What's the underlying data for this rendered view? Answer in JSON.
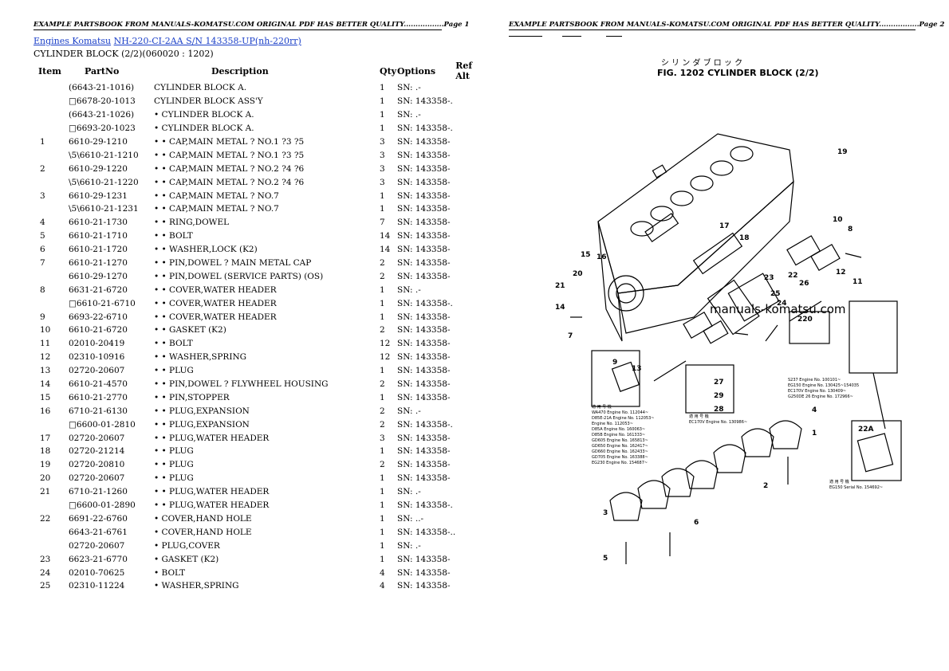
{
  "header": {
    "left": "EXAMPLE PARTSBOOK FROM MANUALS-KOMATSU.COM ORIGINAL PDF HAS BETTER QUALITY.................Page 1",
    "right": "EXAMPLE PARTSBOOK FROM MANUALS-KOMATSU.COM ORIGINAL PDF HAS BETTER QUALITY.................Page 2"
  },
  "breadcrumb": {
    "link1": "Engines Komatsu",
    "link2": "NH-220-CI-2AA S/N 143358-UP(nh-220rr)"
  },
  "subtitle": "CYLINDER BLOCK (2/2)(060020 : 1202)",
  "columns": [
    "Item",
    "PartNo",
    "Description",
    "Qty",
    "Options",
    "Ref Alt"
  ],
  "rows": [
    {
      "item": "",
      "part": "(6643-21-1016)",
      "desc": "CYLINDER BLOCK A.",
      "qty": "1",
      "opt": "SN: .-"
    },
    {
      "item": "",
      "part": "□6678-20-1013",
      "desc": "CYLINDER BLOCK ASS'Y",
      "qty": "1",
      "opt": "SN: 143358-."
    },
    {
      "item": "",
      "part": "(6643-21-1026)",
      "desc": "• CYLINDER BLOCK A.",
      "qty": "1",
      "opt": "SN: .-"
    },
    {
      "item": "",
      "part": "□6693-20-1023",
      "desc": "• CYLINDER BLOCK A.",
      "qty": "1",
      "opt": "SN: 143358-."
    },
    {
      "item": "1",
      "part": "6610-29-1210",
      "desc": "• • CAP,MAIN METAL ? NO.1 ?3 ?5",
      "qty": "3",
      "opt": "SN: 143358-"
    },
    {
      "item": "",
      "part": "\\5\\6610-21-1210",
      "desc": "• • CAP,MAIN METAL ? NO.1 ?3 ?5",
      "qty": "3",
      "opt": "SN: 143358-"
    },
    {
      "item": "2",
      "part": "6610-29-1220",
      "desc": "• • CAP,MAIN METAL ? NO.2 ?4 ?6",
      "qty": "3",
      "opt": "SN: 143358-"
    },
    {
      "item": "",
      "part": "\\5\\6610-21-1220",
      "desc": "• • CAP,MAIN METAL ? NO.2 ?4 ?6",
      "qty": "3",
      "opt": "SN: 143358-"
    },
    {
      "item": "3",
      "part": "6610-29-1231",
      "desc": "• • CAP,MAIN METAL ? NO.7",
      "qty": "1",
      "opt": "SN: 143358-"
    },
    {
      "item": "",
      "part": "\\5\\6610-21-1231",
      "desc": "• • CAP,MAIN METAL ? NO.7",
      "qty": "1",
      "opt": "SN: 143358-"
    },
    {
      "item": "4",
      "part": "6610-21-1730",
      "desc": "• • RING,DOWEL",
      "qty": "7",
      "opt": "SN: 143358-"
    },
    {
      "item": "5",
      "part": "6610-21-1710",
      "desc": "• • BOLT",
      "qty": "14",
      "opt": "SN: 143358-"
    },
    {
      "item": "6",
      "part": "6610-21-1720",
      "desc": "• • WASHER,LOCK (K2)",
      "qty": "14",
      "opt": "SN: 143358-"
    },
    {
      "item": "7",
      "part": "6610-21-1270",
      "desc": "• • PIN,DOWEL ? MAIN METAL CAP",
      "qty": "2",
      "opt": "SN: 143358-"
    },
    {
      "item": "",
      "part": "6610-29-1270",
      "desc": "• • PIN,DOWEL (SERVICE PARTS) (OS)",
      "qty": "2",
      "opt": "SN: 143358-"
    },
    {
      "item": "8",
      "part": "6631-21-6720",
      "desc": "• • COVER,WATER HEADER",
      "qty": "1",
      "opt": "SN: .-"
    },
    {
      "item": "",
      "part": "□6610-21-6710",
      "desc": "• • COVER,WATER HEADER",
      "qty": "1",
      "opt": "SN: 143358-."
    },
    {
      "item": "9",
      "part": "6693-22-6710",
      "desc": "• • COVER,WATER HEADER",
      "qty": "1",
      "opt": "SN: 143358-"
    },
    {
      "item": "10",
      "part": "6610-21-6720",
      "desc": "• • GASKET (K2)",
      "qty": "2",
      "opt": "SN: 143358-"
    },
    {
      "item": "11",
      "part": "02010-20419",
      "desc": "• • BOLT",
      "qty": "12",
      "opt": "SN: 143358-"
    },
    {
      "item": "12",
      "part": "02310-10916",
      "desc": "• • WASHER,SPRING",
      "qty": "12",
      "opt": "SN: 143358-"
    },
    {
      "item": "13",
      "part": "02720-20607",
      "desc": "• • PLUG",
      "qty": "1",
      "opt": "SN: 143358-"
    },
    {
      "item": "14",
      "part": "6610-21-4570",
      "desc": "• • PIN,DOWEL ? FLYWHEEL HOUSING",
      "qty": "2",
      "opt": "SN: 143358-"
    },
    {
      "item": "15",
      "part": "6610-21-2770",
      "desc": "• • PIN,STOPPER",
      "qty": "1",
      "opt": "SN: 143358-"
    },
    {
      "item": "16",
      "part": "6710-21-6130",
      "desc": "• • PLUG,EXPANSION",
      "qty": "2",
      "opt": "SN: .-"
    },
    {
      "item": "",
      "part": "□6600-01-2810",
      "desc": "• • PLUG,EXPANSION",
      "qty": "2",
      "opt": "SN: 143358-."
    },
    {
      "item": "17",
      "part": "02720-20607",
      "desc": "• • PLUG,WATER HEADER",
      "qty": "3",
      "opt": "SN: 143358-"
    },
    {
      "item": "18",
      "part": "02720-21214",
      "desc": "• • PLUG",
      "qty": "1",
      "opt": "SN: 143358-"
    },
    {
      "item": "19",
      "part": "02720-20810",
      "desc": "• • PLUG",
      "qty": "2",
      "opt": "SN: 143358-"
    },
    {
      "item": "20",
      "part": "02720-20607",
      "desc": "• • PLUG",
      "qty": "1",
      "opt": "SN: 143358-"
    },
    {
      "item": "21",
      "part": "6710-21-1260",
      "desc": "• • PLUG,WATER HEADER",
      "qty": "1",
      "opt": "SN: .-"
    },
    {
      "item": "",
      "part": "□6600-01-2890",
      "desc": "• • PLUG,WATER HEADER",
      "qty": "1",
      "opt": "SN: 143358-."
    },
    {
      "item": "22",
      "part": "6691-22-6760",
      "desc": "• COVER,HAND HOLE",
      "qty": "1",
      "opt": "SN: ..-"
    },
    {
      "item": "",
      "part": "6643-21-6761",
      "desc": "• COVER,HAND HOLE",
      "qty": "1",
      "opt": "SN: 143358-.."
    },
    {
      "item": "",
      "part": "02720-20607",
      "desc": "• PLUG,COVER",
      "qty": "1",
      "opt": "SN: .-"
    },
    {
      "item": "23",
      "part": "6623-21-6770",
      "desc": "• GASKET (K2)",
      "qty": "1",
      "opt": "SN: 143358-"
    },
    {
      "item": "24",
      "part": "02010-70625",
      "desc": "• BOLT",
      "qty": "4",
      "opt": "SN: 143358-"
    },
    {
      "item": "25",
      "part": "02310-11224",
      "desc": "• WASHER,SPRING",
      "qty": "4",
      "opt": "SN: 143358-"
    }
  ],
  "figure": {
    "kana": "シ リ ン ダ ブ ロ ッ ク",
    "title": "FIG. 1202  CYLINDER BLOCK (2/2)",
    "watermark": "manuals-komatsu.com",
    "callouts": [
      "19",
      "18",
      "17",
      "10",
      "8",
      "12",
      "11",
      "15",
      "16",
      "20",
      "21",
      "14",
      "7",
      "23",
      "22",
      "25",
      "24",
      "26",
      "220",
      "9",
      "13",
      "27",
      "29",
      "28",
      "4",
      "1",
      "5",
      "6",
      "3",
      "2",
      "22A"
    ],
    "note_a": [
      "S237   Engine No. 100101~",
      "EG150  Engine No. 130425~154035",
      "EC170V Engine No. 130409~",
      "G250DE 26 Engine No. 172966~"
    ],
    "note_b": [
      "適 用 号 機",
      "EC170V  Engine No. 130986~"
    ],
    "note_c": [
      "適 用 号 機",
      "EG150  Serial No. 154692~"
    ],
    "note_d": [
      "適 用 号 機",
      "WA470  Engine No. 112044~",
      "D85E-21A Engine No. 112053~",
      "     Engine No. 112053~",
      "D85A  Engine No. 160063~",
      "D85B  Engine No. 161333~",
      "GD605  Engine No. 165813~",
      "GD650  Engine No. 162417~",
      "GD660  Engine No. 162433~",
      "GD705  Engine No. 163388~",
      "EG230  Engine No. 154687~"
    ]
  }
}
